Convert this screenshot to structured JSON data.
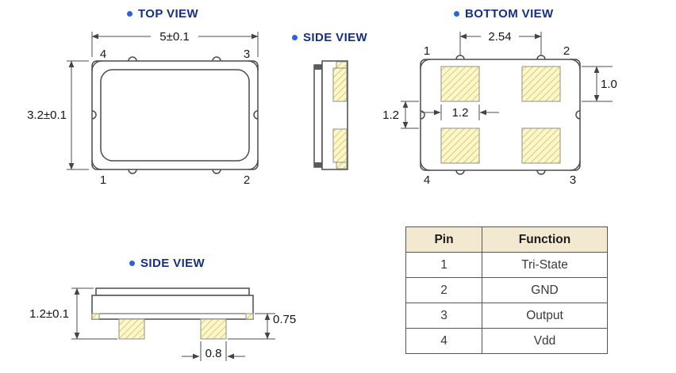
{
  "titles": {
    "top_view": "TOP VIEW",
    "side_view_top": "SIDE VIEW",
    "bottom_view": "BOTTOM VIEW",
    "side_view_bottom": "SIDE VIEW"
  },
  "icons": {
    "view_bullet": "filled-circle"
  },
  "top_view": {
    "dim_width": "5±0.1",
    "dim_height": "3.2±0.1",
    "pins": {
      "p1": "1",
      "p2": "2",
      "p3": "3",
      "p4": "4"
    }
  },
  "bottom_view": {
    "dim_pitch": "2.54",
    "dim_pad_height": "1.0",
    "dim_pad_width": "1.2",
    "dim_row_gap": "1.2",
    "pins": {
      "p1": "1",
      "p2": "2",
      "p3": "3",
      "p4": "4"
    }
  },
  "side_view_bottom": {
    "dim_total_height": "1.2±0.1",
    "dim_pad_height": "0.75",
    "dim_pad_width": "0.8"
  },
  "pin_table": {
    "headers": [
      "Pin",
      "Function"
    ],
    "rows": [
      {
        "pin": "1",
        "function": "Tri-State"
      },
      {
        "pin": "2",
        "function": "GND"
      },
      {
        "pin": "3",
        "function": "Output"
      },
      {
        "pin": "4",
        "function": "Vdd"
      }
    ]
  },
  "colors": {
    "accent_blue": "#2e62d9",
    "title_navy": "#172f80",
    "line": "#4c4c4c",
    "pad_fill": "#fdf7cf",
    "hatch_line": "#d9c94f",
    "table_header_bg": "#f3e9d1"
  }
}
